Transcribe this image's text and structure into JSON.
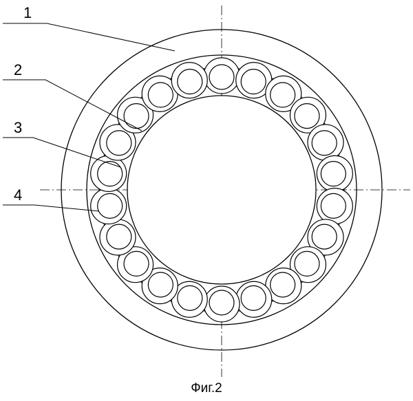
{
  "labels": [
    "1",
    "2",
    "3",
    "4"
  ],
  "caption": "Фиг.2",
  "roller_count": 22,
  "colors": {
    "stroke": "#000000",
    "background": "#ffffff"
  }
}
